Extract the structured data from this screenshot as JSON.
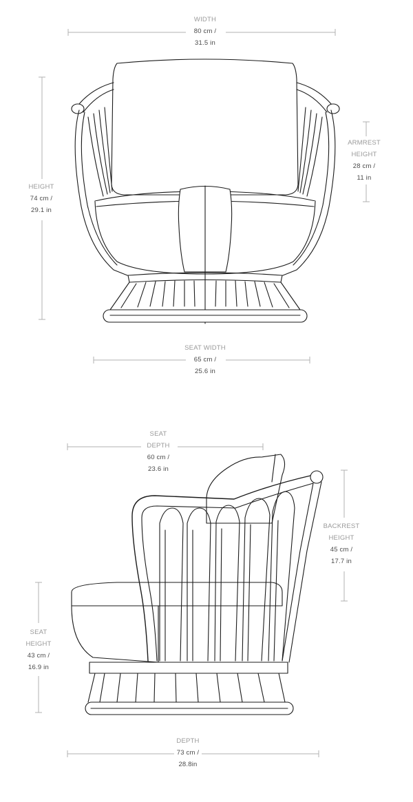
{
  "dimensions": {
    "width": {
      "label": "WIDTH",
      "value": "80 cm /",
      "imperial": "31.5 in"
    },
    "armrest_height": {
      "label_1": "ARMREST",
      "label_2": "HEIGHT",
      "value": "28 cm /",
      "imperial": "11 in"
    },
    "height": {
      "label": "HEIGHT",
      "value": "74 cm /",
      "imperial": "29.1 in"
    },
    "seat_width": {
      "label": "SEAT WIDTH",
      "value": "65 cm /",
      "imperial": "25.6 in"
    },
    "seat_depth": {
      "label_1": "SEAT",
      "label_2": "DEPTH",
      "value": "60 cm /",
      "imperial": "23.6 in"
    },
    "backrest_height": {
      "label_1": "BACKREST",
      "label_2": "HEIGHT",
      "value": "45 cm /",
      "imperial": "17.7 in"
    },
    "seat_height": {
      "label_1": "SEAT",
      "label_2": "HEIGHT",
      "value": "43 cm /",
      "imperial": "16.9 in"
    },
    "depth": {
      "label": "DEPTH",
      "value": "73 cm /",
      "imperial": "28.8in"
    }
  },
  "colors": {
    "line": "#1a1a1a",
    "dimension_line": "#9a9a9a"
  }
}
